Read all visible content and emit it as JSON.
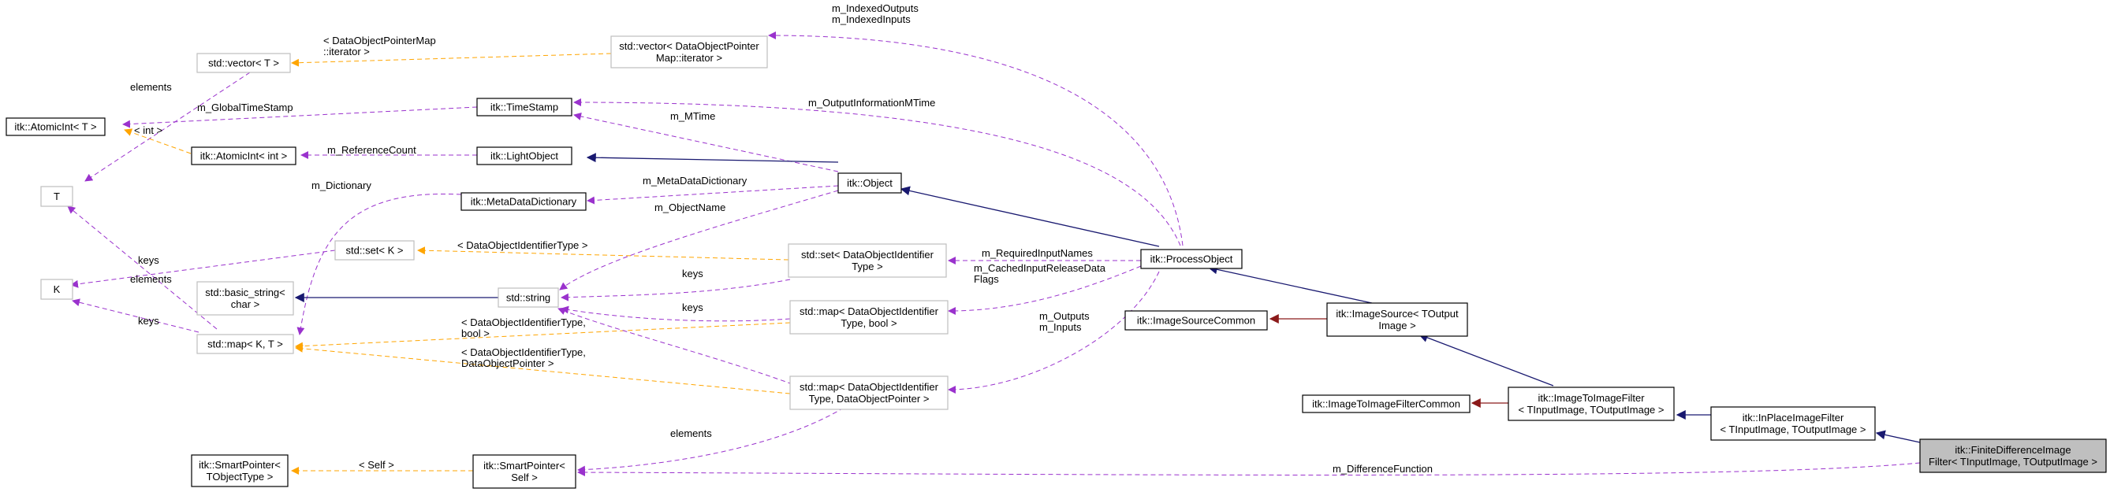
{
  "colors": {
    "inheritance": "#191970",
    "usage": "#9a32cd",
    "template": "#ffa500",
    "protected": "#8b1a1a",
    "border_documented": "#000000",
    "border_undocumented": "#bfbfbf",
    "highlight_fill": "#bfbfbf"
  },
  "nodes": {
    "atomicint_t": [
      "itk::AtomicInt< T >"
    ],
    "t": [
      "T"
    ],
    "k": [
      "K"
    ],
    "vector_t": [
      "std::vector< T >"
    ],
    "atomicint_int": [
      "itk::AtomicInt< int >"
    ],
    "smartpointer_tobject": [
      "itk::SmartPointer<",
      "TObjectType >"
    ],
    "timestamp": [
      "itk::TimeStamp"
    ],
    "lightobject": [
      "itk::LightObject"
    ],
    "metadatadictionary": [
      "itk::MetaDataDictionary"
    ],
    "set_k": [
      "std::set< K >"
    ],
    "basic_string": [
      "std::basic_string<",
      "char >"
    ],
    "string": [
      "std::string"
    ],
    "map_kt": [
      "std::map< K, T >"
    ],
    "smartpointer_self": [
      "itk::SmartPointer<",
      "Self >"
    ],
    "vector_dop": [
      "std::vector< DataObjectPointer",
      "Map::iterator >"
    ],
    "set_doid": [
      "std::set< DataObjectIdentifier",
      "Type >"
    ],
    "map_doid_bool": [
      "std::map< DataObjectIdentifier",
      "Type, bool >"
    ],
    "map_doid_dop": [
      "std::map< DataObjectIdentifier",
      "Type, DataObjectPointer >"
    ],
    "object": [
      "itk::Object"
    ],
    "processobject": [
      "itk::ProcessObject"
    ],
    "imagesourcecommon": [
      "itk::ImageSourceCommon"
    ],
    "imagesource": [
      "itk::ImageSource< TOutput",
      "Image >"
    ],
    "imagetoimagefiltercommon": [
      "itk::ImageToImageFilterCommon"
    ],
    "imagetoimagefilter": [
      "itk::ImageToImageFilter",
      "< TInputImage, TOutputImage >"
    ],
    "inplaceimagefilter": [
      "itk::InPlaceImageFilter",
      "< TInputImage, TOutputImage >"
    ],
    "finitedifference": [
      "itk::FiniteDifferenceImage",
      "Filter< TInputImage, TOutputImage >"
    ]
  },
  "edges": {
    "vector_t_to_atomicint_t": [
      "elements"
    ],
    "timestamp_to_atomicint_t": [
      "m_GlobalTimeStamp"
    ],
    "atomicint_t_to_atomicint_int": [
      "< int >"
    ],
    "atomicint_int_to_lightobject": [
      "m_ReferenceCount"
    ],
    "map_kt_to_metadatadictionary": [
      "m_Dictionary"
    ],
    "set_k_to_k": [
      "keys"
    ],
    "map_kt_to_t": [
      "elements"
    ],
    "map_kt_to_k": [
      "keys"
    ],
    "vector_dop_to_vector_t": [
      "< DataObjectPointerMap",
      "::iterator >"
    ],
    "set_doid_to_set_k": [
      "< DataObjectIdentifierType >"
    ],
    "map_doid_bool_to_map_kt": [
      "< DataObjectIdentifierType,",
      "bool >"
    ],
    "map_doid_dop_to_map_kt": [
      "< DataObjectIdentifierType,",
      "DataObjectPointer >"
    ],
    "set_doid_to_string": [
      "keys"
    ],
    "map_doid_bool_to_string": [
      "keys"
    ],
    "processobject_to_vector_dop": [
      "m_IndexedOutputs",
      "m_IndexedInputs"
    ],
    "processobject_to_timestamp": [
      "m_OutputInformationMTime"
    ],
    "object_to_timestamp": [
      "m_MTime"
    ],
    "object_to_metadatadictionary": [
      "m_MetaDataDictionary"
    ],
    "object_to_string": [
      "m_ObjectName"
    ],
    "processobject_to_set_doid": [
      "m_RequiredInputNames"
    ],
    "processobject_to_map_doid_bool": [
      "m_CachedInputReleaseData",
      "Flags"
    ],
    "processobject_to_map_doid_dop": [
      "m_Outputs",
      "m_Inputs"
    ],
    "map_doid_dop_to_smartpointer_self": [
      "elements"
    ],
    "smartpointer_self_to_smartpointer_tobject": [
      "< Self >"
    ],
    "finitedifference_to_smartpointer_self": [
      "m_DifferenceFunction"
    ]
  }
}
